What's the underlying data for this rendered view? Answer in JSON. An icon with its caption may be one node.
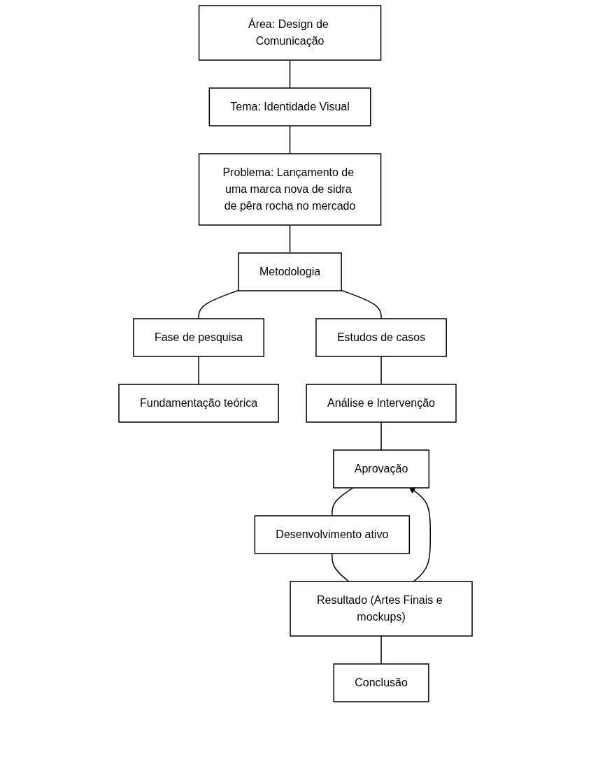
{
  "diagram": {
    "nodes": [
      {
        "text": [
          "Área: Design de Comunicação"
        ]
      },
      {
        "text": [
          "Tema: Identidade Visual"
        ]
      },
      {
        "text": [
          "Problema: Lançamento de uma marca nova de sidra de pêra rocha no mercado"
        ]
      },
      {
        "text": [
          "Metodologia"
        ]
      },
      {
        "text": [
          "Fase de pesquisa"
        ]
      },
      {
        "text": [
          "Estudos de casos"
        ]
      },
      {
        "text": [
          "Fundamentação teórica"
        ]
      },
      {
        "text": [
          "Análise e Intervenção"
        ]
      },
      {
        "text": [
          "Aprovação"
        ]
      },
      {
        "text": [
          "Desenvolvimento ativo"
        ]
      },
      {
        "text": [
          "Resultado (Artes Finais e mockups)"
        ]
      },
      {
        "text": [
          "Conclusão"
        ]
      }
    ],
    "edges": [
      {
        "from": 0,
        "to": 1,
        "arrow": "none"
      },
      {
        "from": 1,
        "to": 2,
        "arrow": "none"
      },
      {
        "from": 2,
        "to": 3,
        "arrow": "none"
      },
      {
        "from": 3,
        "to": 4,
        "arrow": "none"
      },
      {
        "from": 3,
        "to": 5,
        "arrow": "none"
      },
      {
        "from": 4,
        "to": 6,
        "arrow": "none"
      },
      {
        "from": 5,
        "to": 7,
        "arrow": "none"
      },
      {
        "from": 7,
        "to": 8,
        "arrow": "none"
      },
      {
        "from": 8,
        "to": 9,
        "arrow": "none"
      },
      {
        "from": 9,
        "to": 10,
        "arrow": "none"
      },
      {
        "from": 10,
        "to": 11,
        "arrow": "none"
      },
      {
        "from": 10,
        "to": 8,
        "arrow": "to"
      }
    ]
  }
}
